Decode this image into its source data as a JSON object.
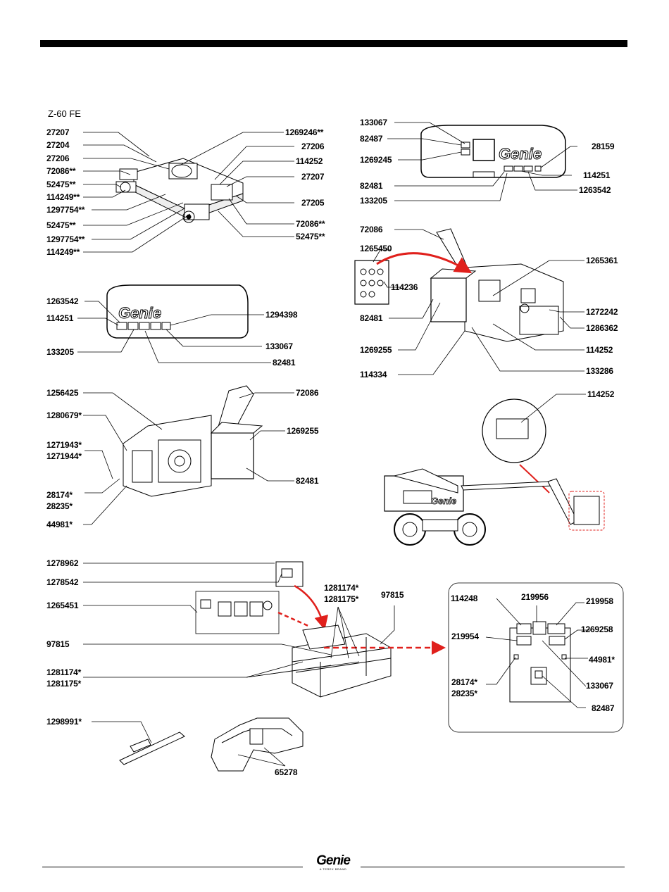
{
  "header": {
    "model": "Z-60 FE"
  },
  "footer": {
    "brand": "Genie",
    "tagline": "A TEREX BRAND"
  },
  "machine_branding": "Genie",
  "colors": {
    "callout_arrow": "#e0201c",
    "line": "#000000"
  },
  "groups": {
    "turntable": {
      "left": [
        "27207",
        "27204",
        "27206",
        "72086**",
        "52475**",
        "114249**",
        "1297754**",
        "52475**",
        "1297754**",
        "114249**"
      ],
      "right": [
        "1269246**",
        "27206",
        "114252",
        "27207",
        "27205",
        "72086**",
        "52475**"
      ]
    },
    "hood_right": {
      "left": [
        "133067",
        "82487",
        "1269245",
        "82481",
        "133205"
      ],
      "right": [
        "28159",
        "114251",
        "1263542"
      ]
    },
    "hood_left": {
      "left": [
        "1263542",
        "114251",
        "133205"
      ],
      "right": [
        "1294398",
        "133067",
        "82481"
      ]
    },
    "engine_right": {
      "left": [
        "72086",
        "1265450",
        "114236",
        "82481",
        "1269255",
        "114334"
      ],
      "right": [
        "1265361",
        "1272242",
        "1286362",
        "114252",
        "133286"
      ]
    },
    "engine_left": {
      "left": [
        "1256425",
        "1280679*",
        "1271943*",
        "1271944*",
        "28174*",
        "28235*",
        "44981*"
      ],
      "right": [
        "72086",
        "1269255",
        "82481"
      ]
    },
    "boom": {
      "right": [
        "114252"
      ]
    },
    "platform": {
      "left": [
        "1278962",
        "1278542",
        "1265451",
        "97815",
        "1281174*",
        "1281175*",
        "1298991*"
      ],
      "top": [
        "1281174*",
        "1281175*",
        "97815"
      ],
      "bottom": [
        "65278"
      ]
    },
    "platform_detail": {
      "top": [
        "114248",
        "219956",
        "219958"
      ],
      "left": [
        "219954",
        "28174*",
        "28235*"
      ],
      "right": [
        "1269258",
        "44981*",
        "133067",
        "82487"
      ]
    }
  }
}
